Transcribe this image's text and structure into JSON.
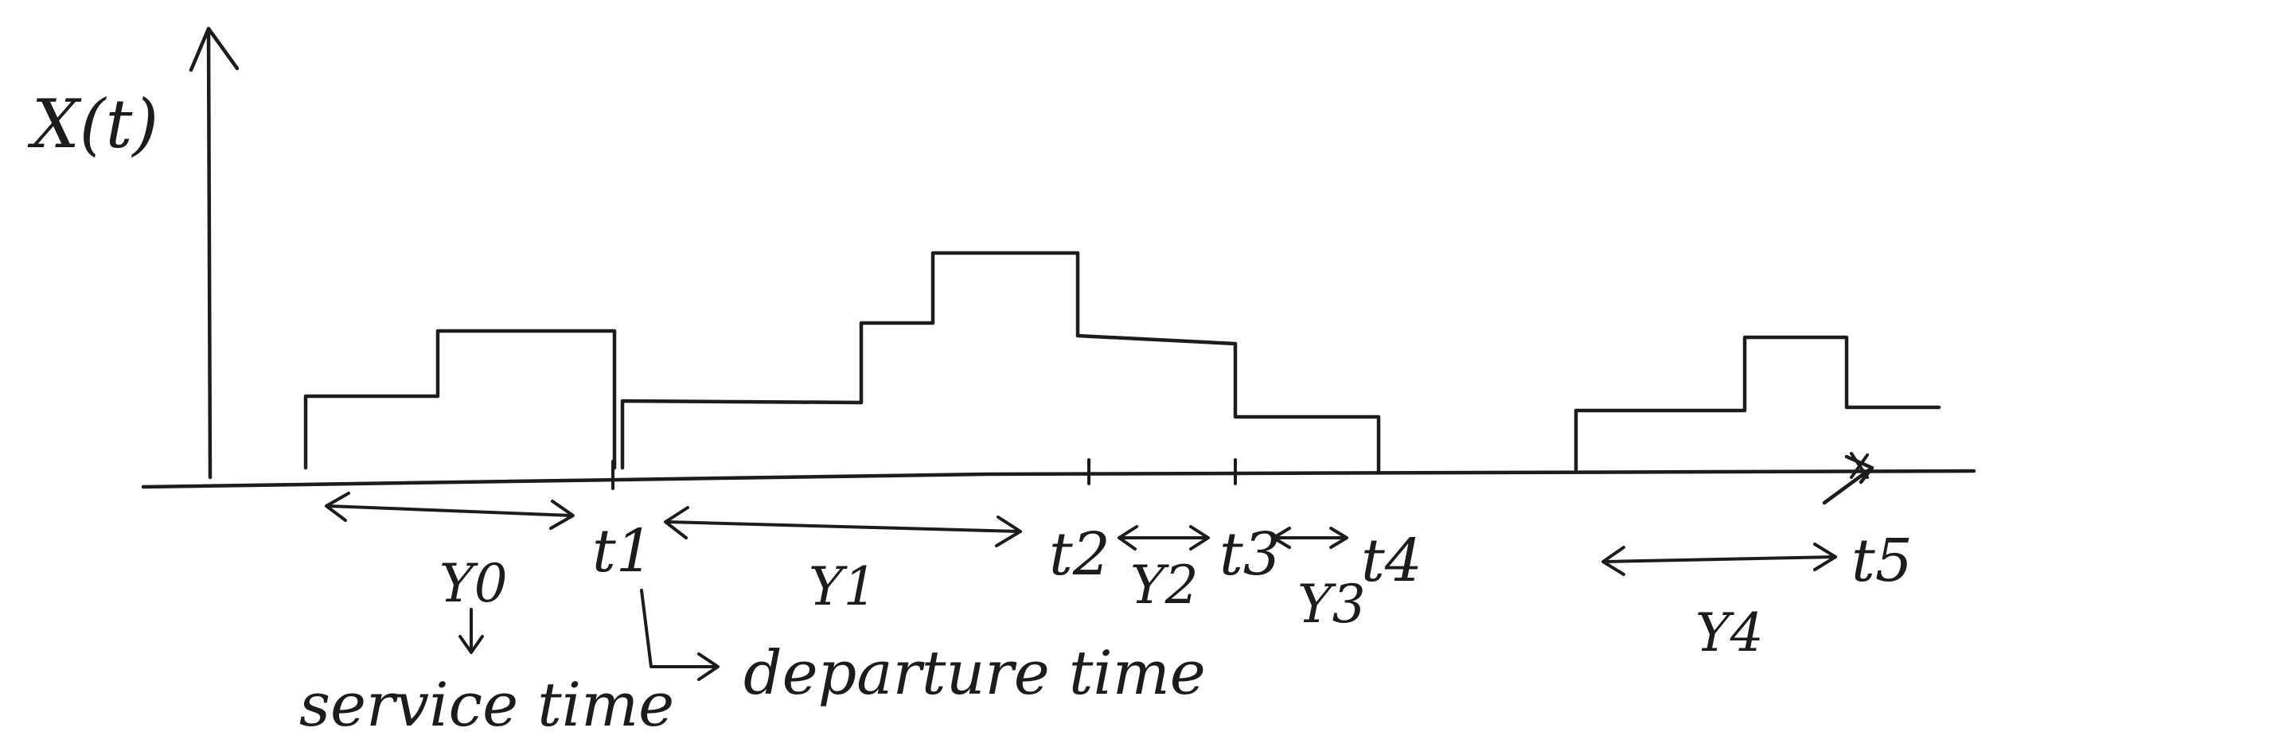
{
  "y_axis_label": "X(t)",
  "time_labels": [
    "t1",
    "t2",
    "t3",
    "t4",
    "t5"
  ],
  "interval_labels": [
    "Y0",
    "Y1",
    "Y2",
    "Y3",
    "Y4"
  ],
  "annotations": {
    "service_time": "service time",
    "departure_time": "departure time"
  },
  "ink_color": "#1c1c1c"
}
